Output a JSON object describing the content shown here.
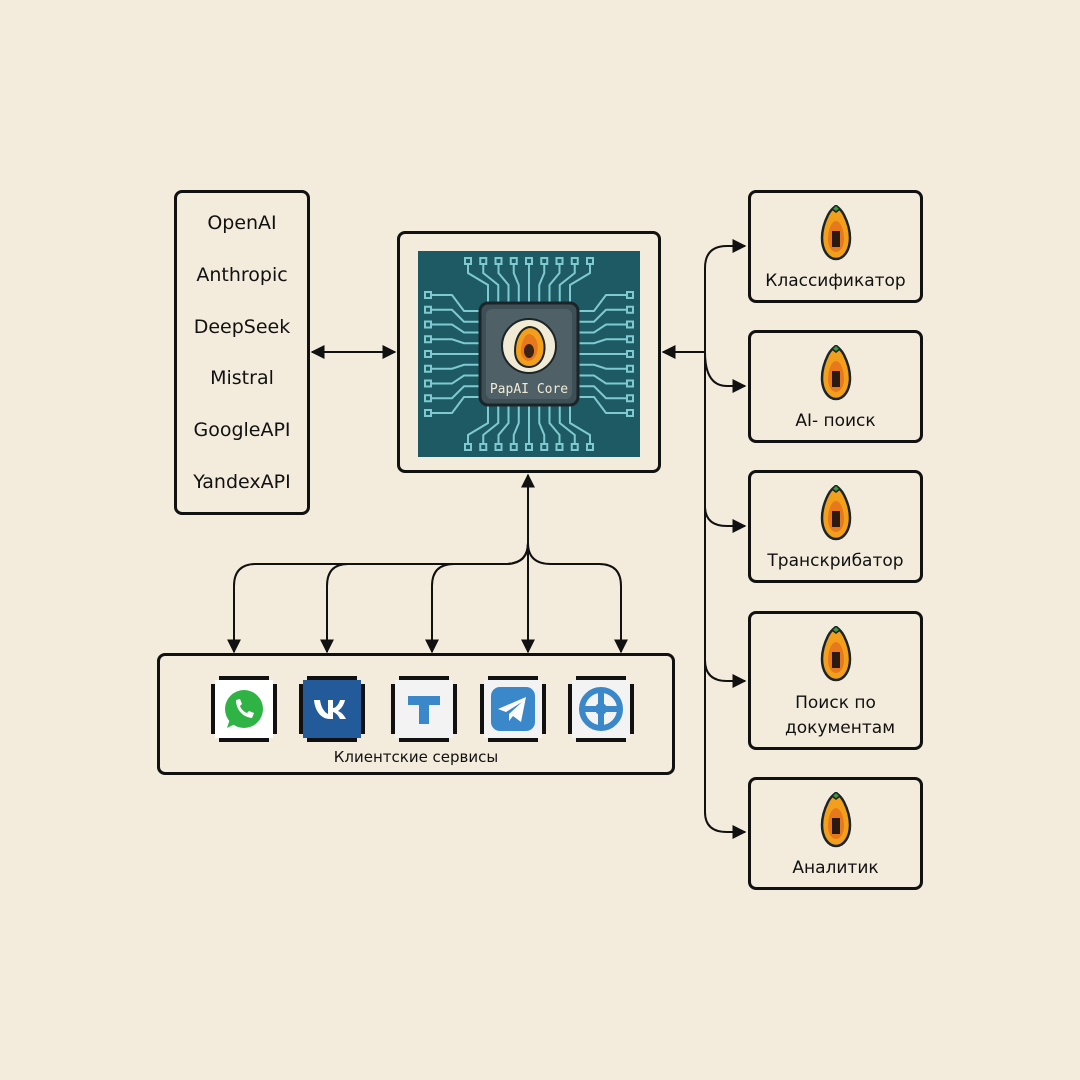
{
  "providers": {
    "items": [
      "OpenAI",
      "Anthropic",
      "DeepSeek",
      "Mistral",
      "GoogleAPI",
      "YandexAPI"
    ]
  },
  "core": {
    "chip_label": "PapAI Core",
    "board_color": "#1e5a64",
    "trace_color": "#7fc9d0"
  },
  "modules": {
    "items": [
      "Классификатор",
      "AI- поиск",
      "Транскрибатор",
      "Поиск по документам",
      "Аналитик"
    ]
  },
  "clients": {
    "label": "Клиентские сервисы",
    "icons": [
      "whatsapp-icon",
      "vk-icon",
      "t-icon",
      "telegram-icon",
      "max-icon"
    ]
  },
  "colors": {
    "background": "#f3ecdd",
    "papaya_skin": "#f2a01c",
    "papaya_flesh": "#e8781c",
    "leaf": "#3b9a3b"
  }
}
